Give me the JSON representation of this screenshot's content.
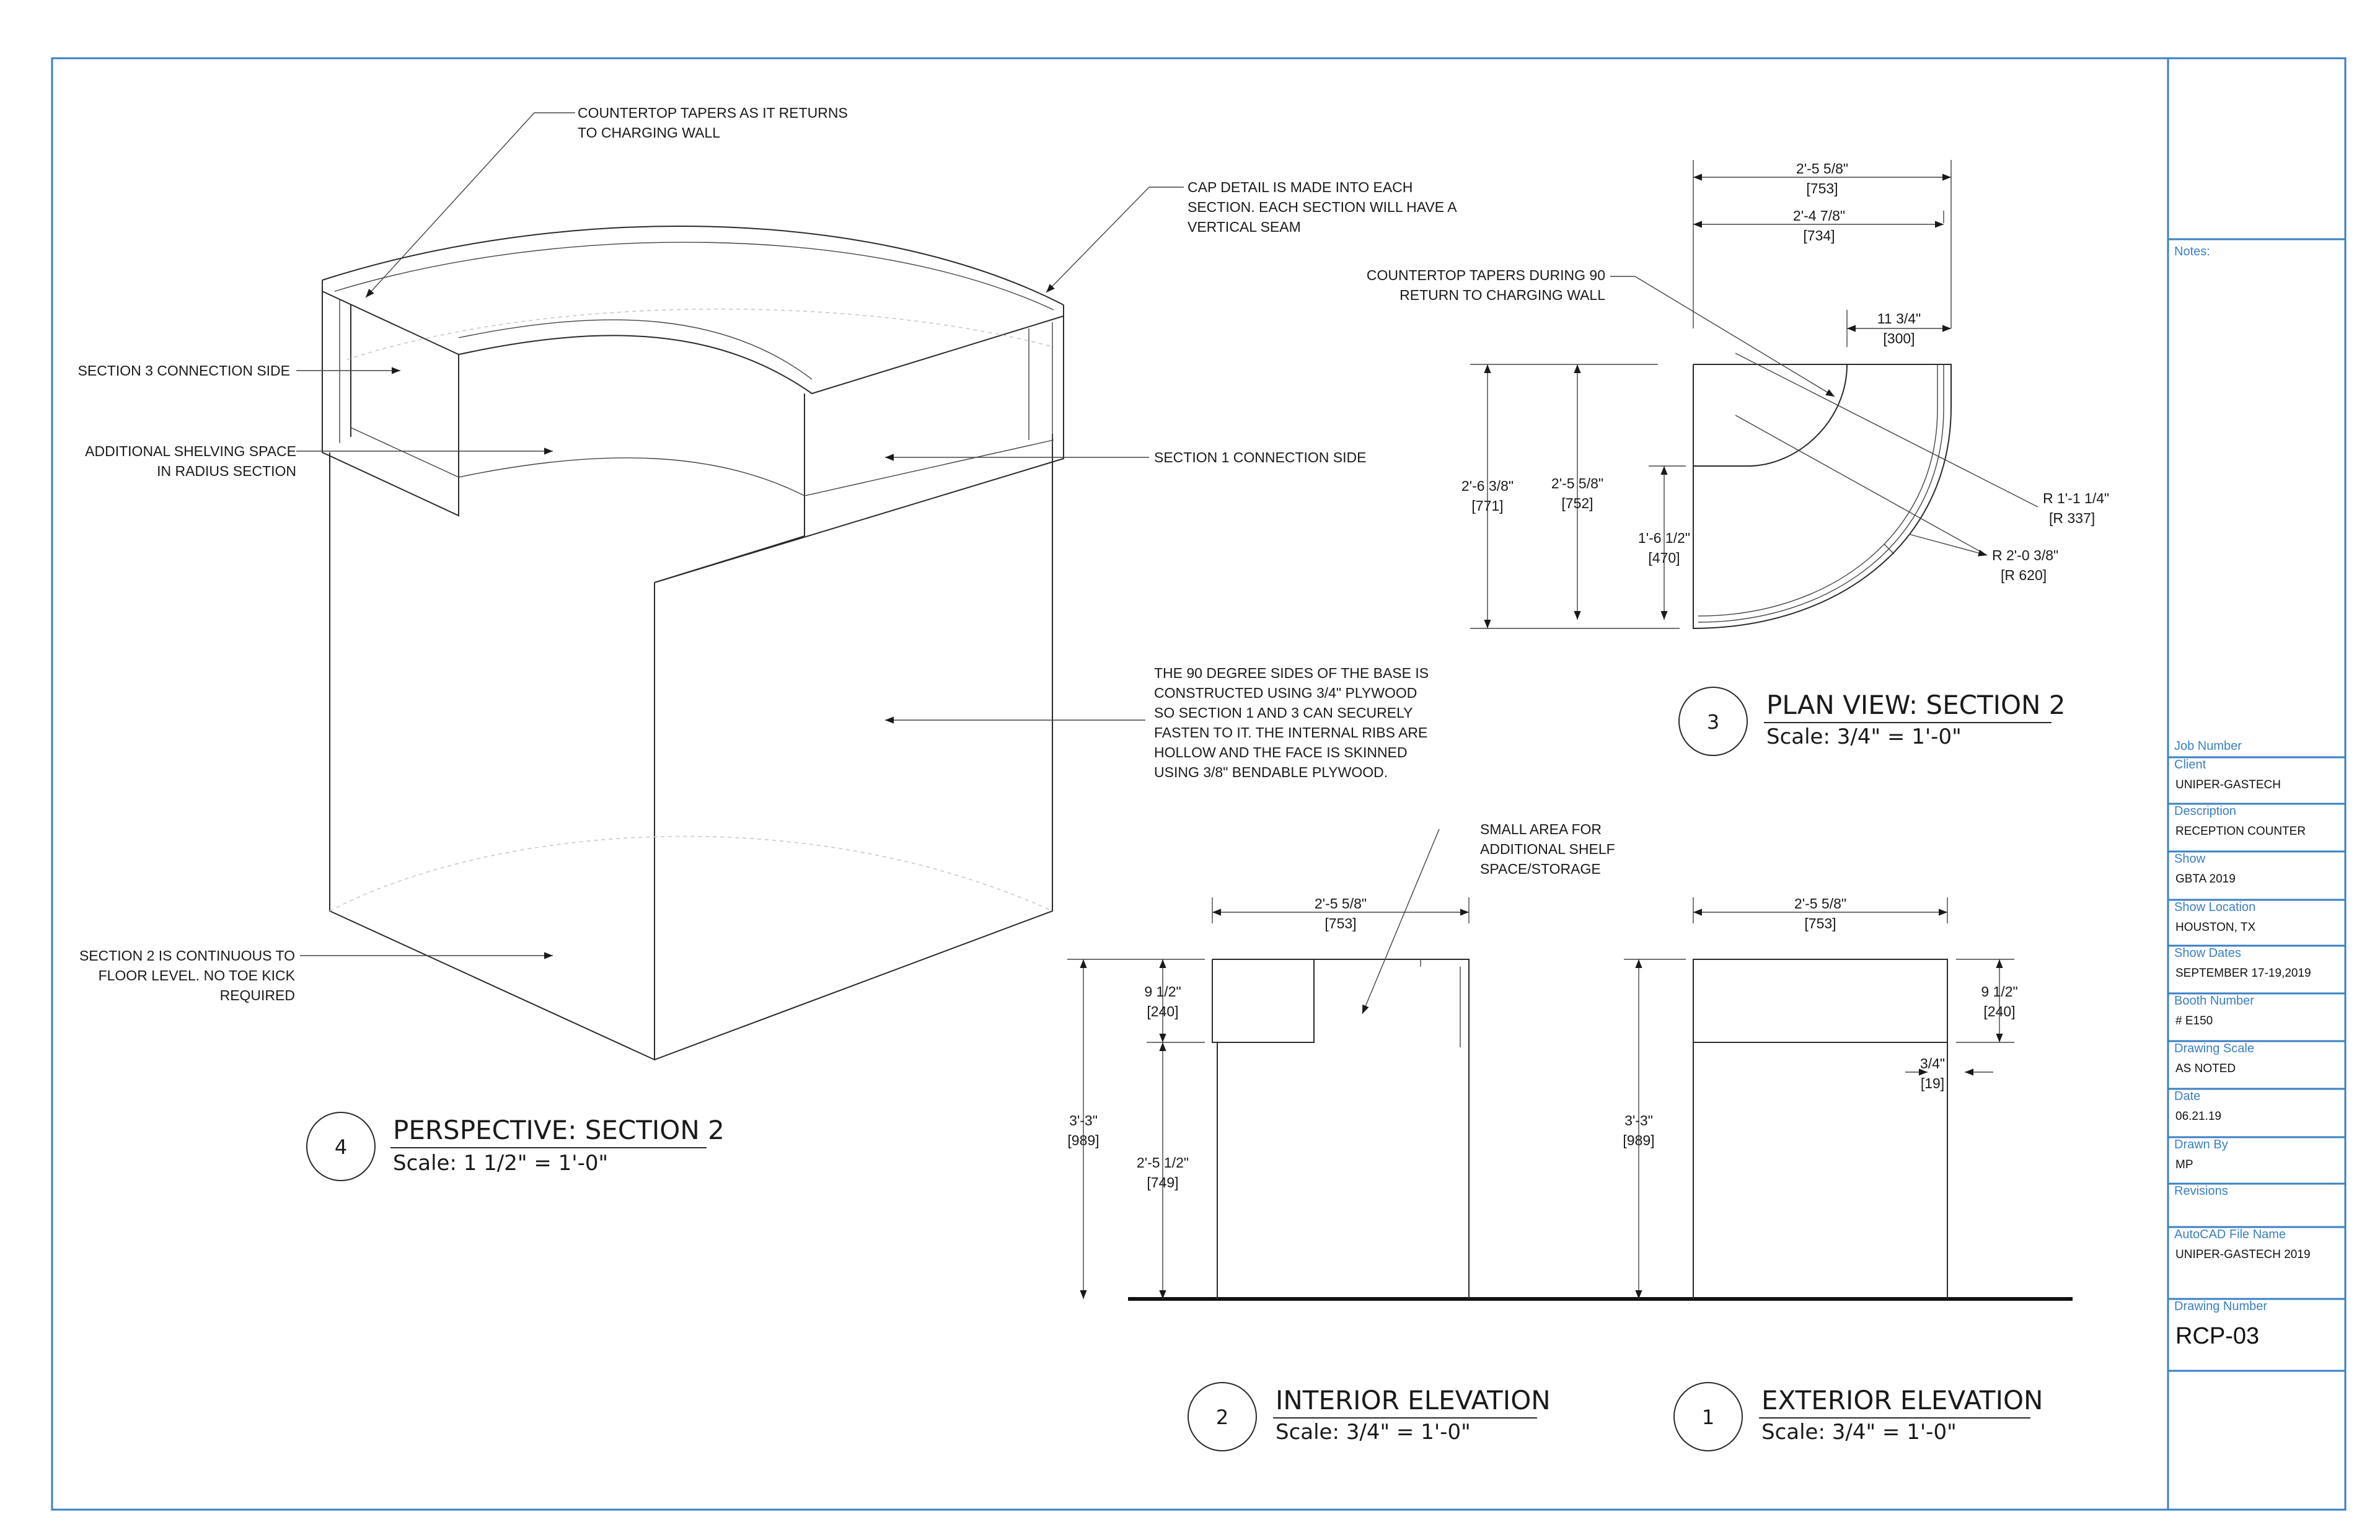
{
  "notes": {
    "countertop_tapers": [
      "COUNTERTOP TAPERS AS IT RETURNS",
      "TO CHARGING WALL"
    ],
    "cap_detail": [
      "CAP DETAIL IS MADE INTO EACH",
      "SECTION. EACH SECTION WILL HAVE A",
      "VERTICAL SEAM"
    ],
    "section3_side": "SECTION 3 CONNECTION SIDE",
    "shelving": [
      "ADDITIONAL SHELVING SPACE",
      "IN RADIUS SECTION"
    ],
    "section1_side": "SECTION 1 CONNECTION SIDE",
    "base": [
      "THE 90 DEGREE SIDES OF THE BASE IS",
      "CONSTRUCTED USING 3/4\" PLYWOOD",
      "SO SECTION 1 AND 3 CAN SECURELY",
      "FASTEN TO IT. THE INTERNAL RIBS ARE",
      "HOLLOW AND THE FACE IS SKINNED",
      "USING 3/8\" BENDABLE PLYWOOD."
    ],
    "section2_floor": [
      "SECTION 2 IS CONTINUOUS TO",
      "FLOOR LEVEL. NO TOE KICK",
      "REQUIRED"
    ],
    "plan_taper": [
      "COUNTERTOP TAPERS DURING 90",
      "RETURN TO CHARGING WALL"
    ],
    "small_area": [
      "SMALL AREA FOR",
      "ADDITIONAL SHELF",
      "SPACE/STORAGE"
    ]
  },
  "views": {
    "perspective": {
      "num": "4",
      "title": "PERSPECTIVE: SECTION 2",
      "scale": "Scale: 1 1/2\" = 1'-0\""
    },
    "plan": {
      "num": "3",
      "title": "PLAN VIEW: SECTION 2",
      "scale": "Scale: 3/4\" = 1'-0\""
    },
    "interior": {
      "num": "2",
      "title": "INTERIOR ELEVATION",
      "scale": "Scale: 3/4\" = 1'-0\""
    },
    "exterior": {
      "num": "1",
      "title": "EXTERIOR ELEVATION",
      "scale": "Scale: 3/4\" = 1'-0\""
    }
  },
  "dims": {
    "plan_w1": [
      "2'-5 5/8\"",
      "[753]"
    ],
    "plan_w2": [
      "2'-4 7/8\"",
      "[734]"
    ],
    "plan_w3": [
      "11 3/4\"",
      "[300]"
    ],
    "plan_h1": [
      "2'-6 3/8\"",
      "[771]"
    ],
    "plan_h2": [
      "2'-5 5/8\"",
      "[752]"
    ],
    "plan_h3": [
      "1'-6 1/2\"",
      "[470]"
    ],
    "plan_r1": [
      "R 1'-1 1/4\"",
      "[R 337]"
    ],
    "plan_r2": [
      "R 2'-0 3/8\"",
      "[R 620]"
    ],
    "int_w": [
      "2'-5 5/8\"",
      "[753]"
    ],
    "int_h": [
      "3'-3\"",
      "[989]"
    ],
    "int_top": [
      "9 1/2\"",
      "[240]"
    ],
    "int_low": [
      "2'-5 1/2\"",
      "[749]"
    ],
    "ext_w": [
      "2'-5 5/8\"",
      "[753]"
    ],
    "ext_h": [
      "3'-3\"",
      "[989]"
    ],
    "ext_top": [
      "9 1/2\"",
      "[240]"
    ],
    "ext_cap": [
      "3/4\"",
      "[19]"
    ]
  },
  "title_block": {
    "notes_label": "Notes:",
    "fields": [
      {
        "label": "Job Number",
        "value": ""
      },
      {
        "label": "Client",
        "value": "UNIPER-GASTECH"
      },
      {
        "label": "Description",
        "value": "RECEPTION COUNTER"
      },
      {
        "label": "Show",
        "value": "GBTA 2019"
      },
      {
        "label": "Show Location",
        "value": "HOUSTON, TX"
      },
      {
        "label": "Show Dates",
        "value": "SEPTEMBER 17-19,2019"
      },
      {
        "label": "Booth Number",
        "value": "# E150"
      },
      {
        "label": "Drawing Scale",
        "value": "AS NOTED"
      },
      {
        "label": "Date",
        "value": "06.21.19"
      },
      {
        "label": "Drawn By",
        "value": "MP"
      },
      {
        "label": "Revisions",
        "value": ""
      },
      {
        "label": "AutoCAD File Name",
        "value": "UNIPER-GASTECH 2019"
      },
      {
        "label": "Drawing Number",
        "value": "RCP-03"
      }
    ]
  },
  "colors": {
    "border": "#3a7fc4",
    "label": "#3a7fc4",
    "ink": "#1a1a1a"
  }
}
